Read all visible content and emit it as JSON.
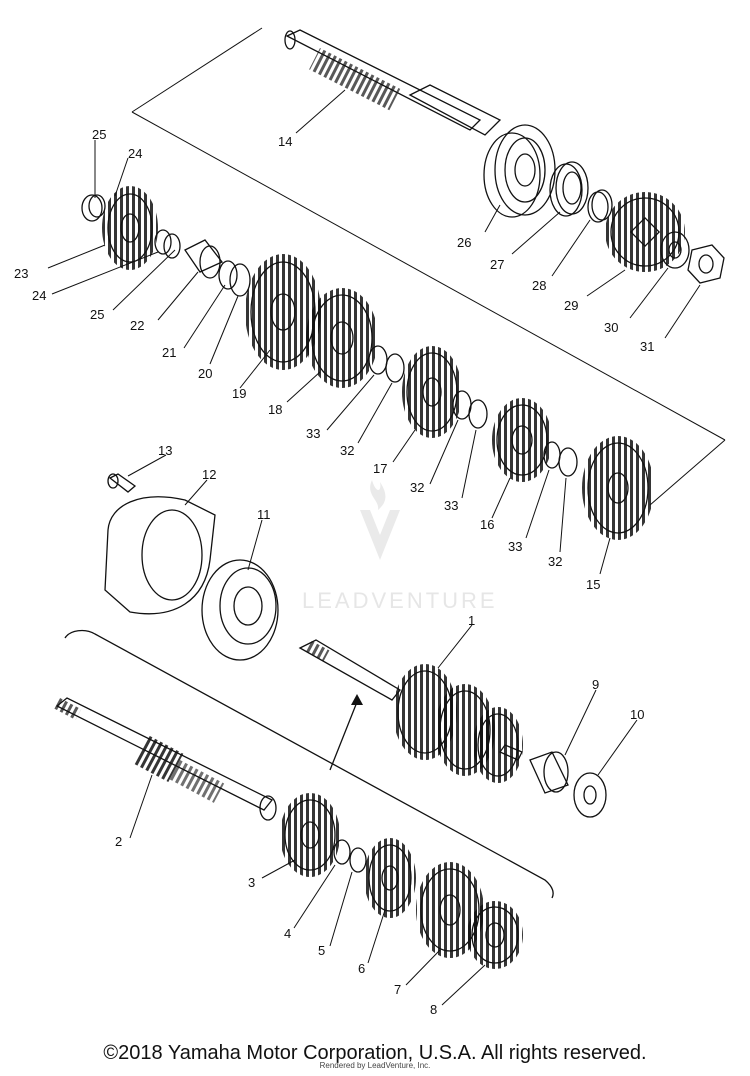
{
  "watermark": "LEADVENTURE",
  "copyright": "©2018 Yamaha Motor Corporation, U.S.A. All rights reserved.",
  "rendered_by": "Rendered by LeadVenture, Inc.",
  "part_numbers": [
    "1",
    "2",
    "3",
    "4",
    "5",
    "6",
    "7",
    "8",
    "9",
    "10",
    "11",
    "12",
    "13",
    "14",
    "15",
    "16",
    "17",
    "18",
    "19",
    "20",
    "21",
    "22",
    "23",
    "24",
    "25",
    "26",
    "27",
    "28",
    "29",
    "30",
    "31",
    "32",
    "33"
  ]
}
